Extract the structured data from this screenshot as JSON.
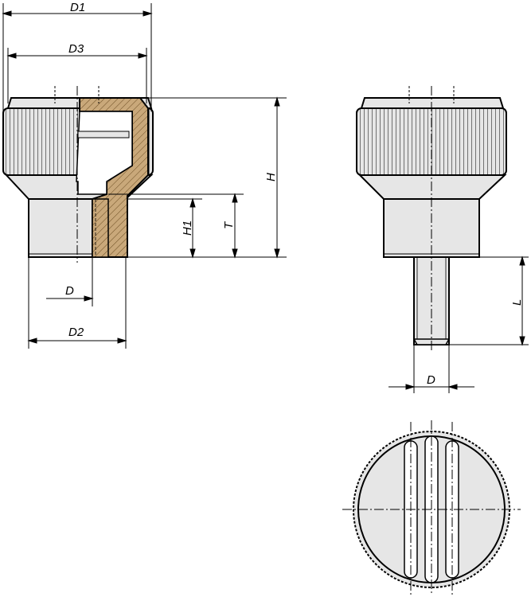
{
  "labels": {
    "D1": "D1",
    "D3": "D3",
    "H": "H",
    "H1": "H1",
    "T": "T",
    "D_left": "D",
    "D2": "D2",
    "L": "L",
    "D_right": "D"
  },
  "colors": {
    "part_fill": "#e6e6e6",
    "hatch_fill": "#c9a87a",
    "line": "#000000"
  }
}
